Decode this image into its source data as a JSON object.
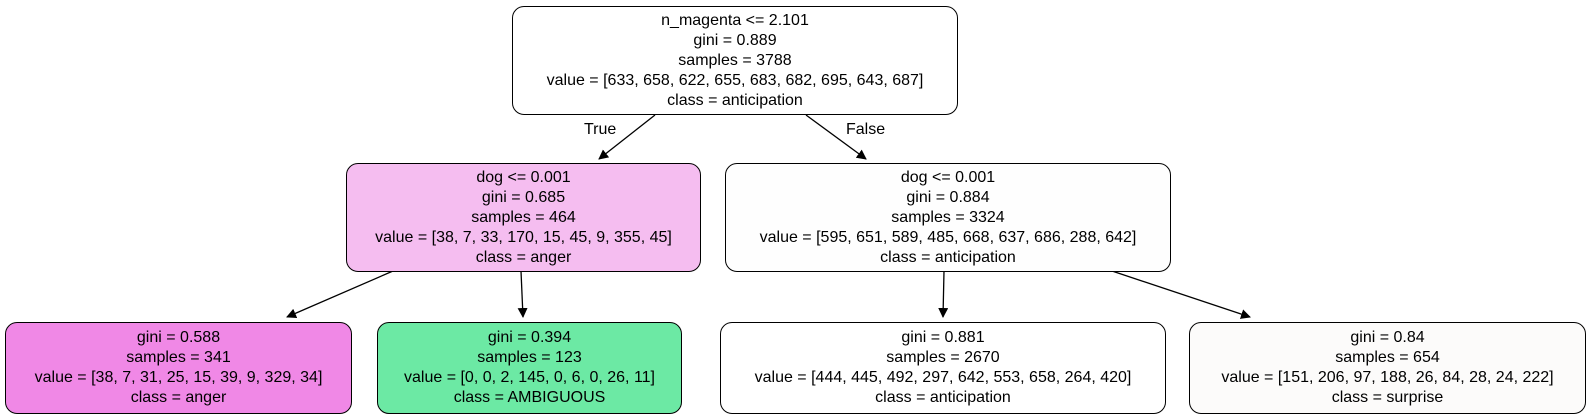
{
  "nodes": {
    "root": {
      "split": "n_magenta <= 2.101",
      "gini": "gini = 0.889",
      "samples": "samples = 3788",
      "value": "value = [633, 658, 622, 655, 683, 682, 695, 643, 687]",
      "class": "class = anticipation",
      "fill": "#ffffff"
    },
    "left": {
      "split": "dog <= 0.001",
      "gini": "gini = 0.685",
      "samples": "samples = 464",
      "value": "value = [38, 7, 33, 170, 15, 45, 9, 355, 45]",
      "class": "class = anger",
      "fill": "#f5bdf0"
    },
    "right": {
      "split": "dog <= 0.001",
      "gini": "gini = 0.884",
      "samples": "samples = 3324",
      "value": "value = [595, 651, 589, 485, 668, 637, 686, 288, 642]",
      "class": "class = anticipation",
      "fill": "#fefefe"
    },
    "leaf1": {
      "gini": "gini = 0.588",
      "samples": "samples = 341",
      "value": "value = [38, 7, 31, 25, 15, 39, 9, 329, 34]",
      "class": "class = anger",
      "fill": "#f088e6"
    },
    "leaf2": {
      "gini": "gini = 0.394",
      "samples": "samples = 123",
      "value": "value = [0, 0, 2, 145, 0, 6, 0, 26, 11]",
      "class": "class = AMBIGUOUS",
      "fill": "#6ce9a4"
    },
    "leaf3": {
      "gini": "gini = 0.881",
      "samples": "samples = 2670",
      "value": "value = [444, 445, 492, 297, 642, 553, 658, 264, 420]",
      "class": "class = anticipation",
      "fill": "#ffffff"
    },
    "leaf4": {
      "gini": "gini = 0.84",
      "samples": "samples = 654",
      "value": "value = [151, 206, 97, 188, 26, 84, 28, 24, 222]",
      "class": "class = surprise",
      "fill": "#fcfbfa"
    }
  },
  "edge_labels": {
    "true_label": "True",
    "false_label": "False"
  }
}
